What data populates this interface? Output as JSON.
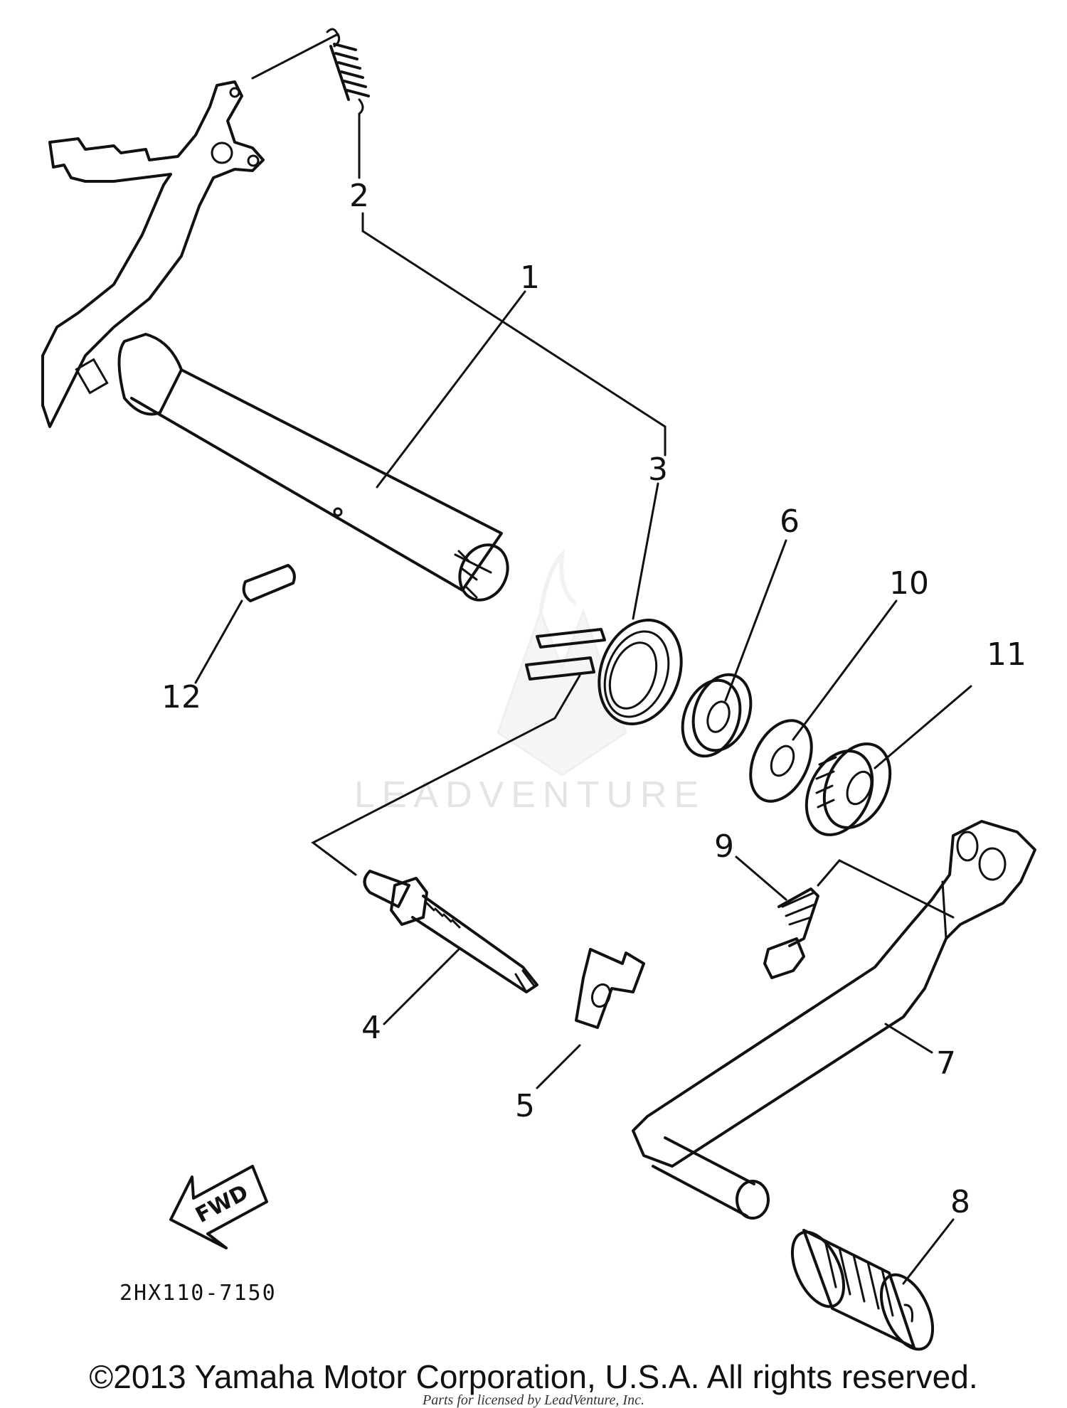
{
  "diagram": {
    "part_numbers": [
      "1",
      "2",
      "3",
      "4",
      "5",
      "6",
      "7",
      "8",
      "9",
      "10",
      "11",
      "12"
    ],
    "fwd_label": "FWD",
    "diagram_code": "2HX110-7150",
    "watermark": "LEADVENTURE",
    "copyright": "©2013 Yamaha Motor Corporation, U.S.A. All rights reserved.",
    "licensed_note": "Parts for licensed by LeadVenture, Inc."
  }
}
